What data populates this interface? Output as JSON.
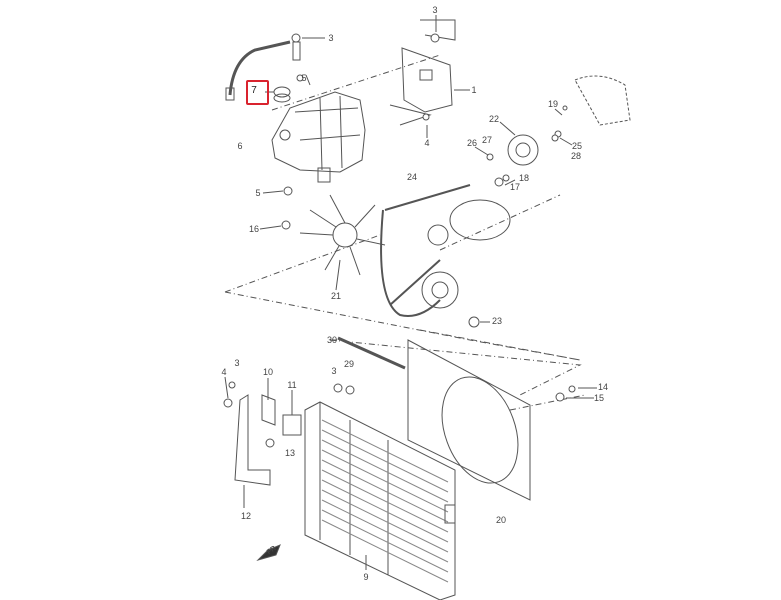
{
  "diagram": {
    "highlight_color": "#d9232e",
    "highlighted_part": "7",
    "callouts": [
      "3",
      "3",
      "5",
      "7",
      "1",
      "6",
      "4",
      "22",
      "19",
      "26",
      "27",
      "25",
      "28",
      "18",
      "17",
      "24",
      "5",
      "16",
      "21",
      "23",
      "30",
      "3",
      "4",
      "10",
      "11",
      "3",
      "29",
      "14",
      "15",
      "13",
      "12",
      "20",
      "9"
    ],
    "direction_marker": "FR"
  }
}
